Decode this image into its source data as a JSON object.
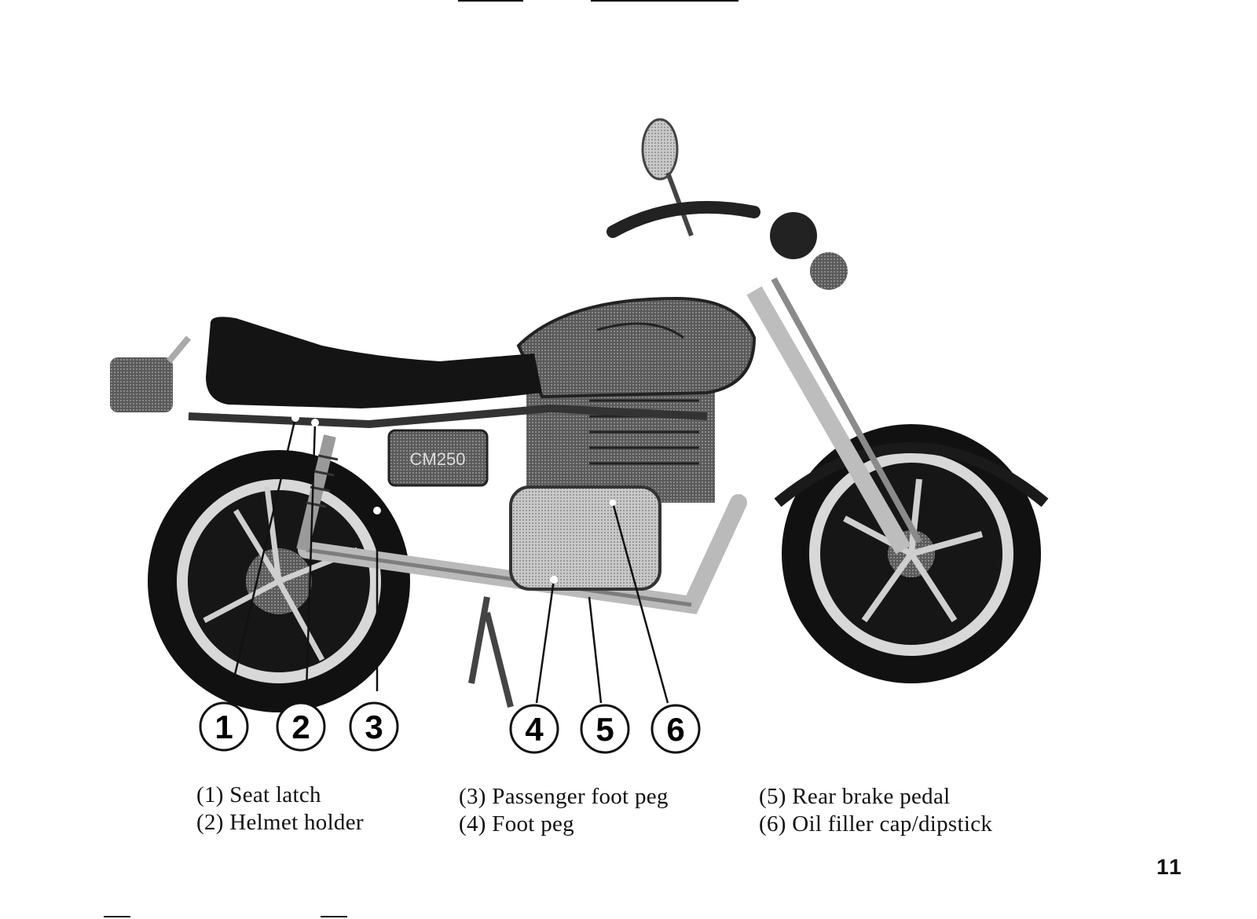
{
  "callouts": [
    {
      "number": "1",
      "label": "(1) Seat latch"
    },
    {
      "number": "2",
      "label": "(2) Helmet holder"
    },
    {
      "number": "3",
      "label": "(3) Passenger foot peg"
    },
    {
      "number": "4",
      "label": "(4) Foot peg"
    },
    {
      "number": "5",
      "label": "(5) Rear brake pedal"
    },
    {
      "number": "6",
      "label": "(6) Oil filler cap/dipstick"
    }
  ],
  "tank_badge_text": "CM250",
  "page_number": "11"
}
